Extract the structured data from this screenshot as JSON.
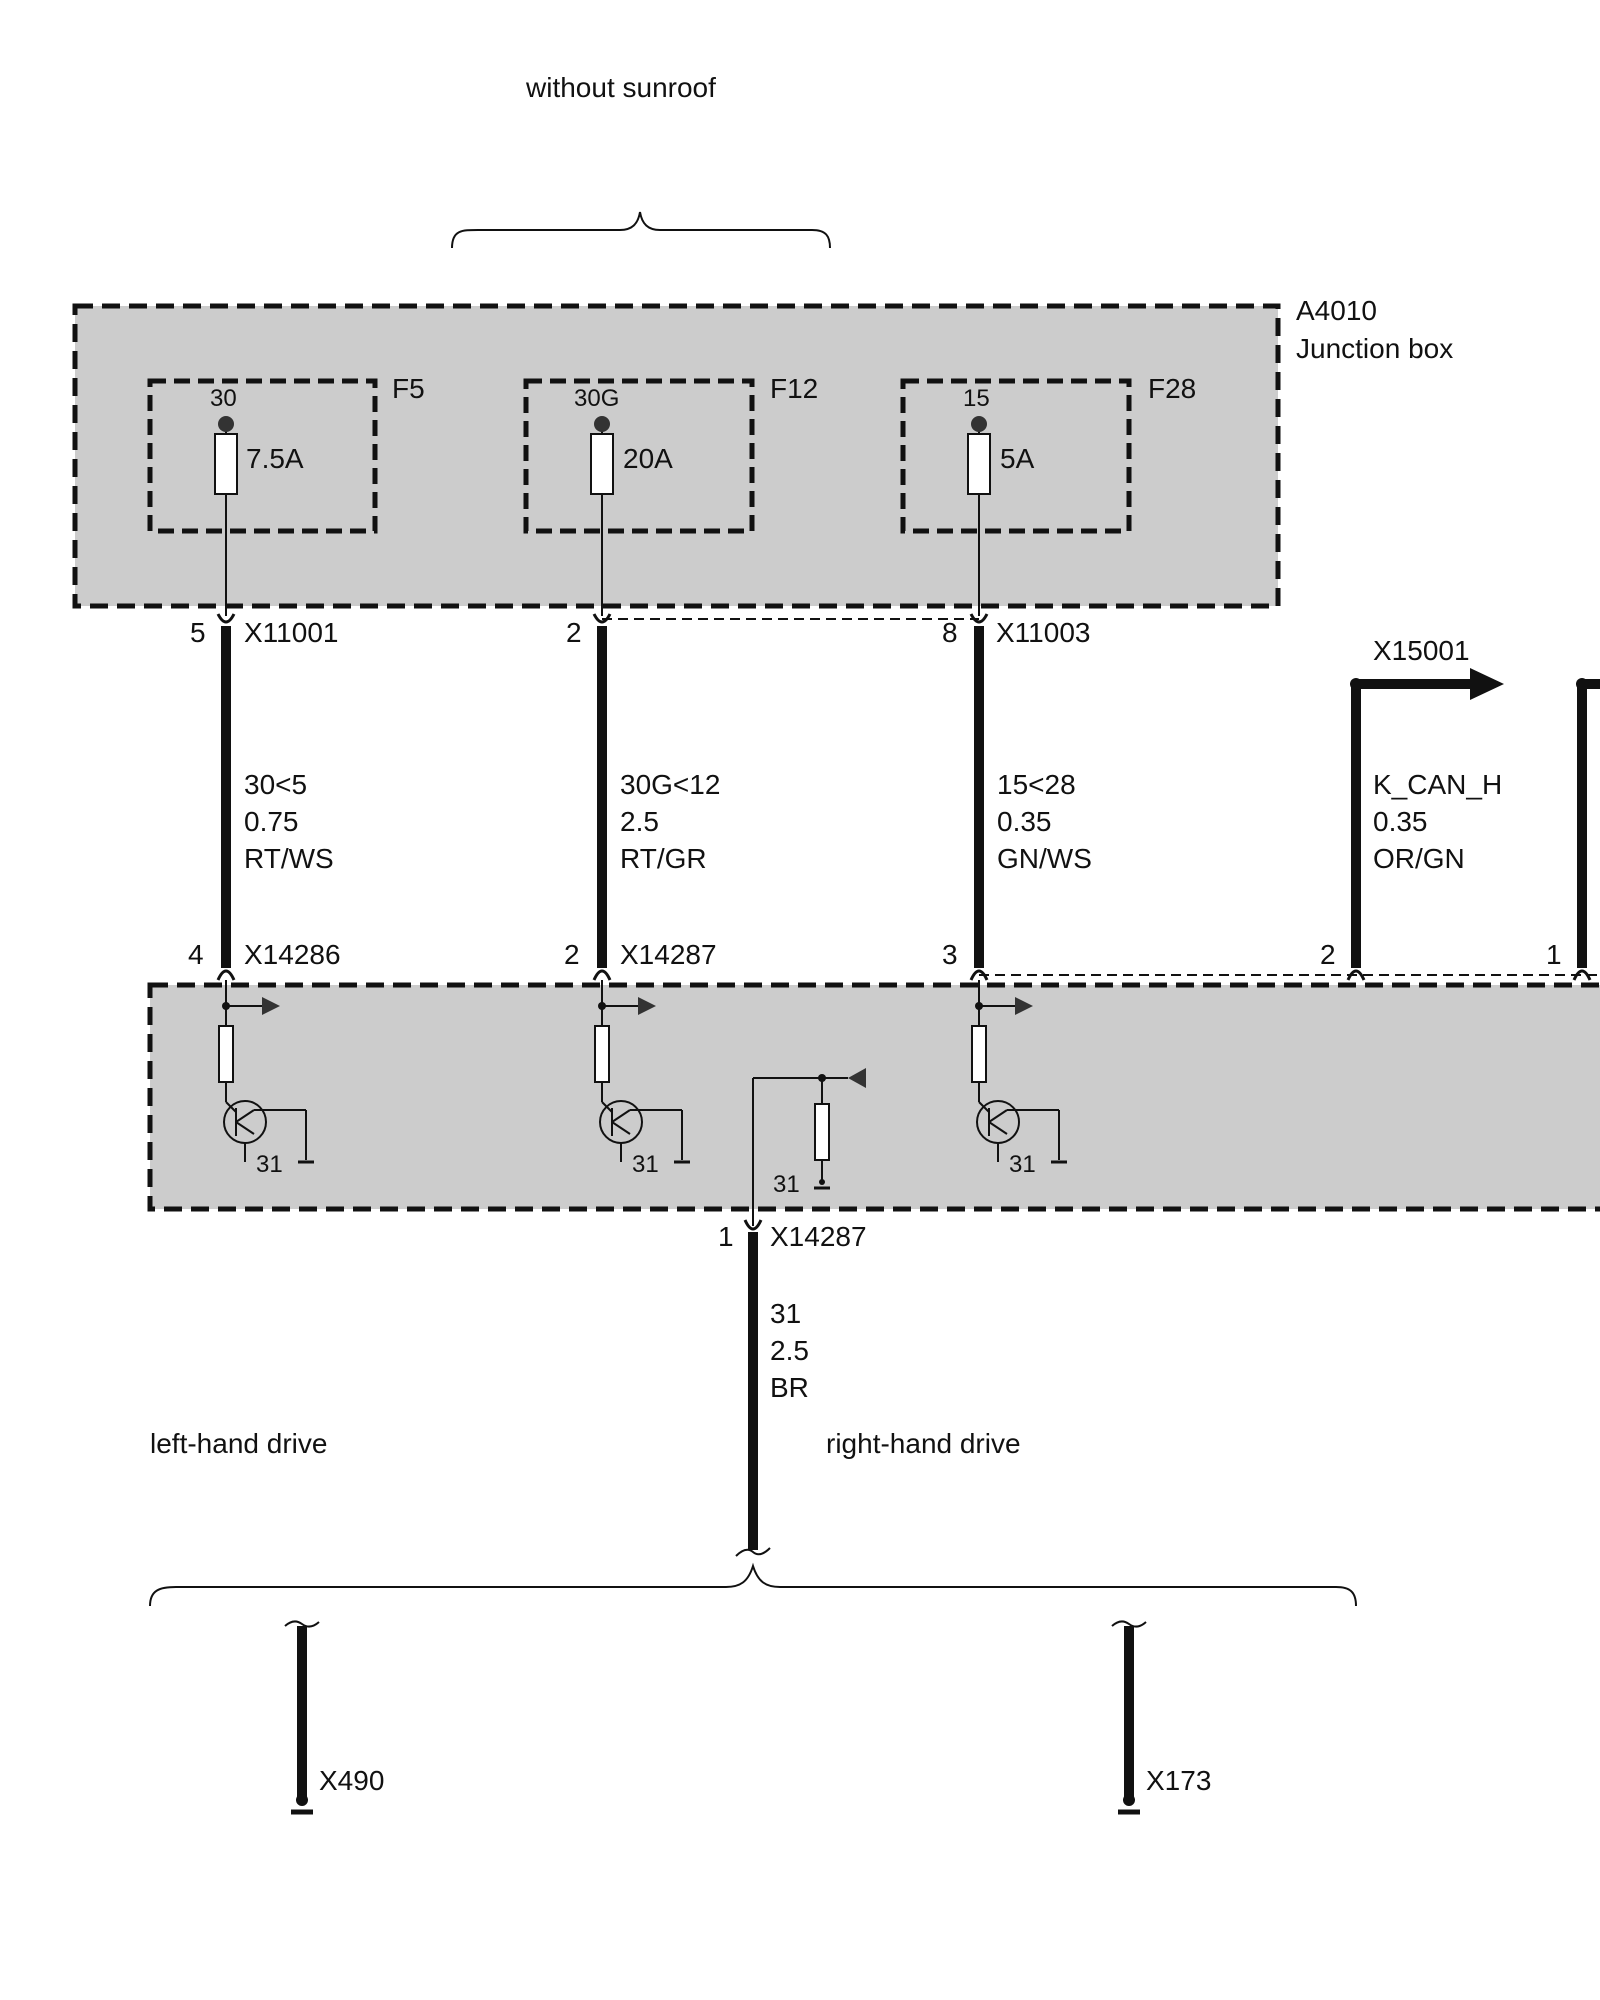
{
  "sunroof_note": "without sunroof",
  "junction_box": {
    "id": "A4010",
    "name": "Junction box"
  },
  "fuses": [
    {
      "id": "F5",
      "terminal": "30",
      "rating": "7.5A"
    },
    {
      "id": "F12",
      "terminal": "30G",
      "rating": "20A"
    },
    {
      "id": "F28",
      "terminal": "15",
      "rating": "5A"
    }
  ],
  "top_connectors": [
    {
      "pin": "5",
      "name": "X11001"
    },
    {
      "pin": "2",
      "name": ""
    },
    {
      "pin": "8",
      "name": "X11003"
    }
  ],
  "wires": [
    {
      "signal": "30<5",
      "gauge": "0.75",
      "color": "RT/WS"
    },
    {
      "signal": "30G<12",
      "gauge": "2.5",
      "color": "RT/GR"
    },
    {
      "signal": "15<28",
      "gauge": "0.35",
      "color": "GN/WS"
    },
    {
      "signal": "K_CAN_H",
      "gauge": "0.35",
      "color": "OR/GN"
    }
  ],
  "can_connector": "X15001",
  "module_connectors": [
    {
      "pin": "4",
      "name": "X14286"
    },
    {
      "pin": "2",
      "name": "X14287"
    },
    {
      "pin": "3",
      "name": ""
    },
    {
      "pin": "2",
      "name": ""
    },
    {
      "pin": "1",
      "name": ""
    }
  ],
  "ground_label": "31",
  "ground_connector": {
    "pin": "1",
    "name": "X14287"
  },
  "ground_wire": {
    "signal": "31",
    "gauge": "2.5",
    "color": "BR"
  },
  "variants": {
    "left": "left-hand drive",
    "right": "right-hand drive"
  },
  "ground_points": {
    "left": "X490",
    "right": "X173"
  },
  "colors": {
    "box_fill": "#cccccc",
    "line": "#111111",
    "background": "#ffffff"
  }
}
